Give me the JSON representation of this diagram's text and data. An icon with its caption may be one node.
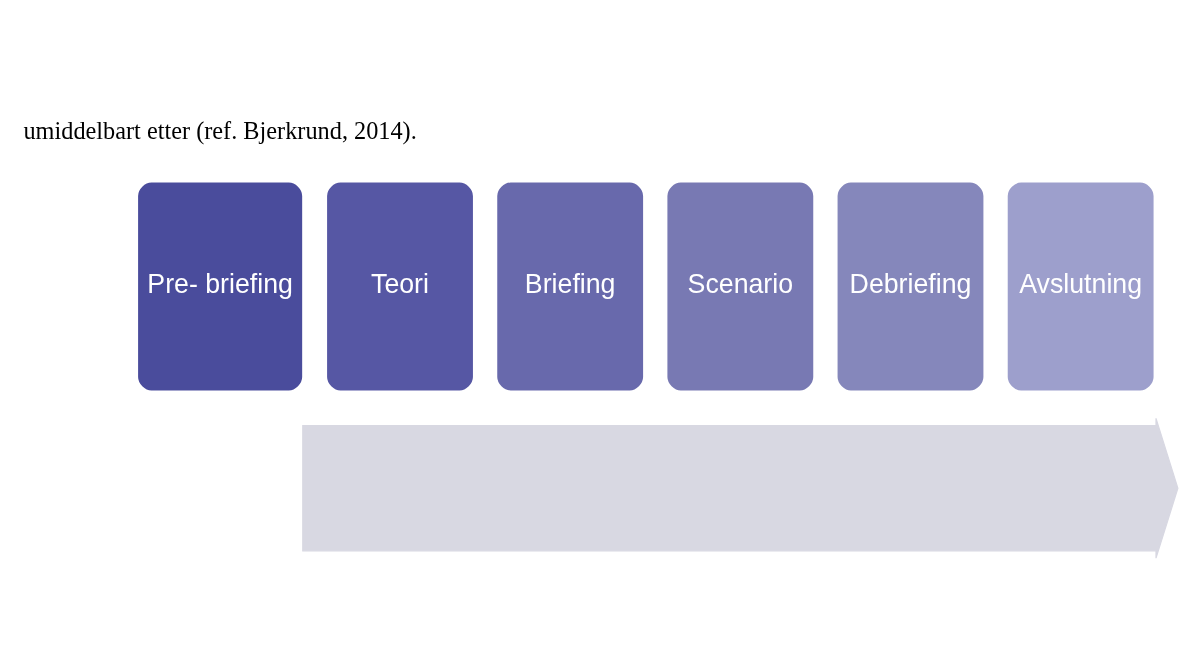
{
  "diagram": {
    "nodes": [
      {
        "text": [],
        "shape": "arrow"
      },
      {
        "text": [
          "Pre- briefing"
        ]
      },
      {
        "text": [
          "Teori"
        ]
      },
      {
        "text": [
          "Briefing"
        ]
      },
      {
        "text": [
          "Scenario"
        ]
      },
      {
        "text": [
          "Debriefing"
        ]
      },
      {
        "text": [
          "Avslutning"
        ]
      }
    ],
    "edges": [],
    "labels": [
      "umiddelbart etter (ref. Bjerkrund, 2014)."
    ]
  }
}
